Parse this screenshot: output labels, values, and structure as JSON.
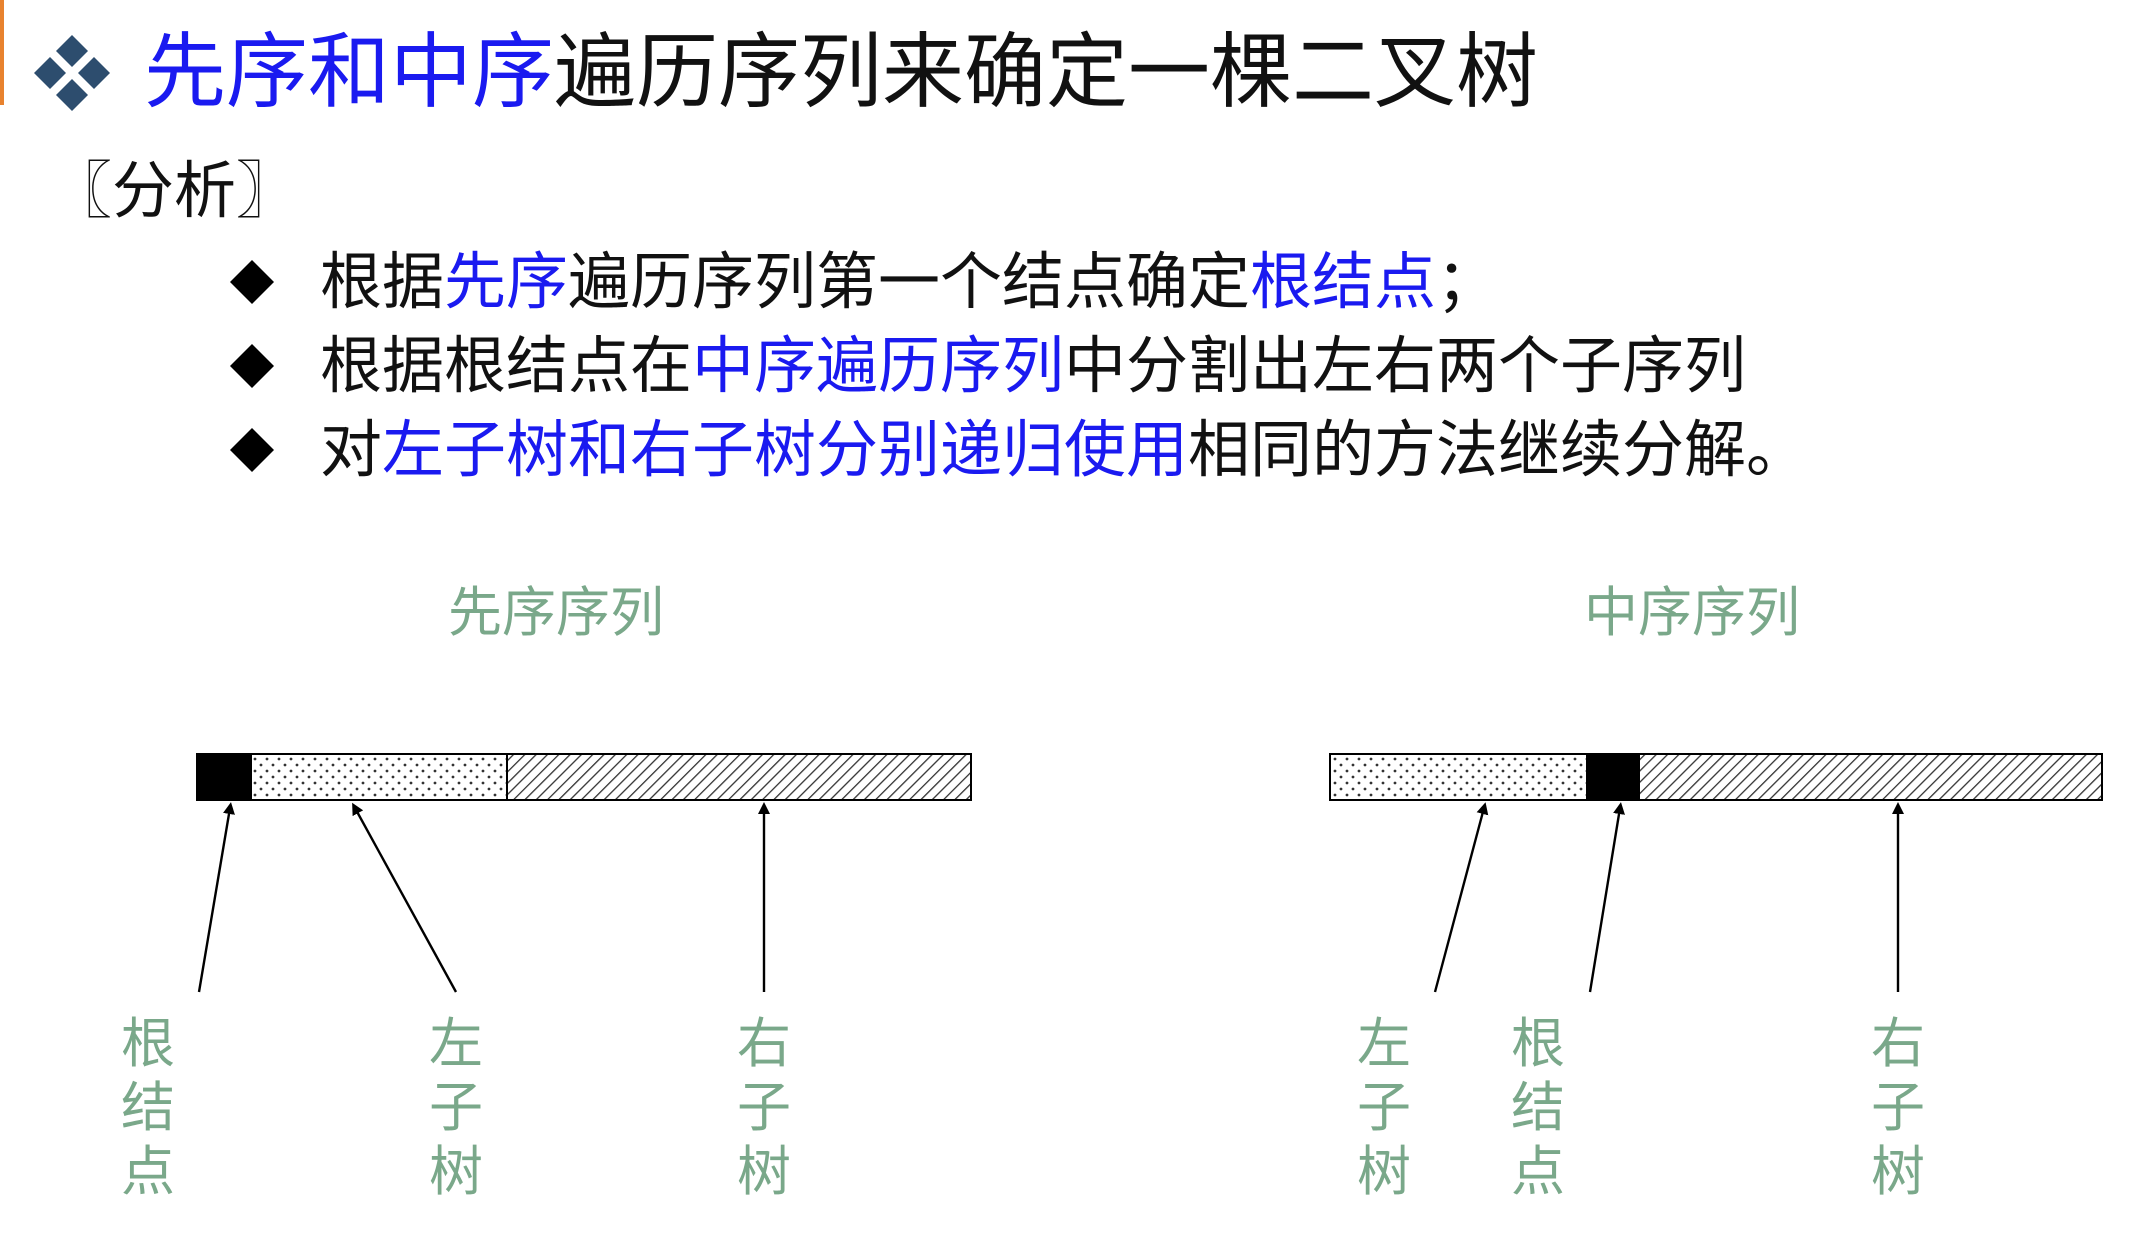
{
  "title": {
    "blue": "先序和中序",
    "black": "遍历序列来确定一棵二叉树"
  },
  "analysis_label": "〖分析〗",
  "bullets": [
    {
      "parts": [
        {
          "text": "根据",
          "color": "black"
        },
        {
          "text": "先序",
          "color": "blue"
        },
        {
          "text": "遍历序列第一个结点确定",
          "color": "black"
        },
        {
          "text": "根结点",
          "color": "blue"
        },
        {
          "text": "；",
          "color": "black"
        }
      ]
    },
    {
      "parts": [
        {
          "text": "根据根结点在",
          "color": "black"
        },
        {
          "text": "中序遍历序列",
          "color": "blue"
        },
        {
          "text": "中分割出左右两个子序列",
          "color": "black"
        }
      ]
    },
    {
      "parts": [
        {
          "text": "对",
          "color": "black"
        },
        {
          "text": "左子树和右子树分别递归使用",
          "color": "blue"
        },
        {
          "text": "相同的方法继续分解。",
          "color": "black"
        }
      ]
    }
  ],
  "colors": {
    "blue": "#1a1af0",
    "label_green": "#7aa88a",
    "accent": "#e8822e",
    "title_icon": "#2d4d6e"
  },
  "icons": [
    "four-diamond-icon",
    "diamond-bullet-icon",
    "arrow-icon"
  ],
  "diagrams": {
    "preorder": {
      "label": "先序序列",
      "segments": [
        "root",
        "left-subtree",
        "right-subtree"
      ],
      "labels": {
        "root": "根结点",
        "left": "左子树",
        "right": "右子树"
      }
    },
    "inorder": {
      "label": "中序序列",
      "segments": [
        "left-subtree",
        "root",
        "right-subtree"
      ],
      "labels": {
        "left": "左子树",
        "root": "根结点",
        "right": "右子树"
      }
    }
  }
}
